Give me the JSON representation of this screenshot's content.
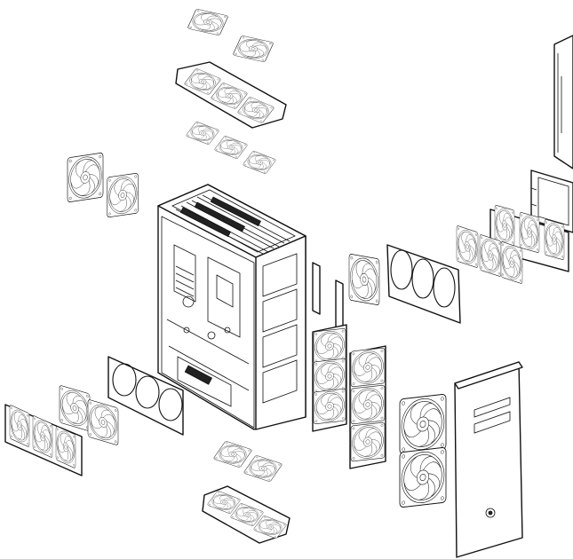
{
  "diagram": {
    "type": "exploded-view",
    "colors": {
      "line": "#111111",
      "background": "#ffffff"
    },
    "parts": [
      {
        "id": "top-twin-200mm-fans",
        "icon": "fan-icon"
      },
      {
        "id": "top-triple-fan-radiator-upper",
        "icon": "fan-icon"
      },
      {
        "id": "top-triple-fan-radiator-lower",
        "icon": "fan-icon"
      },
      {
        "id": "rear-fan-pair",
        "icon": "fan-icon"
      },
      {
        "id": "case-chassis",
        "icon": "case-icon"
      },
      {
        "id": "right-side-panel",
        "icon": "panel-icon"
      },
      {
        "id": "drive-tray",
        "icon": "tray-icon"
      },
      {
        "id": "front-triple-fan-radiator",
        "icon": "fan-icon"
      },
      {
        "id": "front-fan-bracket",
        "icon": "bracket-icon"
      },
      {
        "id": "front-single-fan",
        "icon": "fan-icon"
      },
      {
        "id": "radiator-brackets",
        "icon": "bracket-icon"
      },
      {
        "id": "vertical-triple-fan-stack-left",
        "icon": "fan-icon"
      },
      {
        "id": "vertical-triple-fan-stack-right",
        "icon": "fan-icon"
      },
      {
        "id": "front-twin-200mm-fans",
        "icon": "fan-icon"
      },
      {
        "id": "front-door-panel",
        "icon": "panel-icon"
      },
      {
        "id": "bottom-fan-bracket",
        "icon": "bracket-icon"
      },
      {
        "id": "bottom-twin-fans",
        "icon": "fan-icon"
      },
      {
        "id": "bottom-triple-fan-radiator",
        "icon": "fan-icon"
      },
      {
        "id": "bottom-fan-pair-lower",
        "icon": "fan-icon"
      },
      {
        "id": "bottom-triple-fan-radiator-lower",
        "icon": "fan-icon"
      }
    ]
  }
}
